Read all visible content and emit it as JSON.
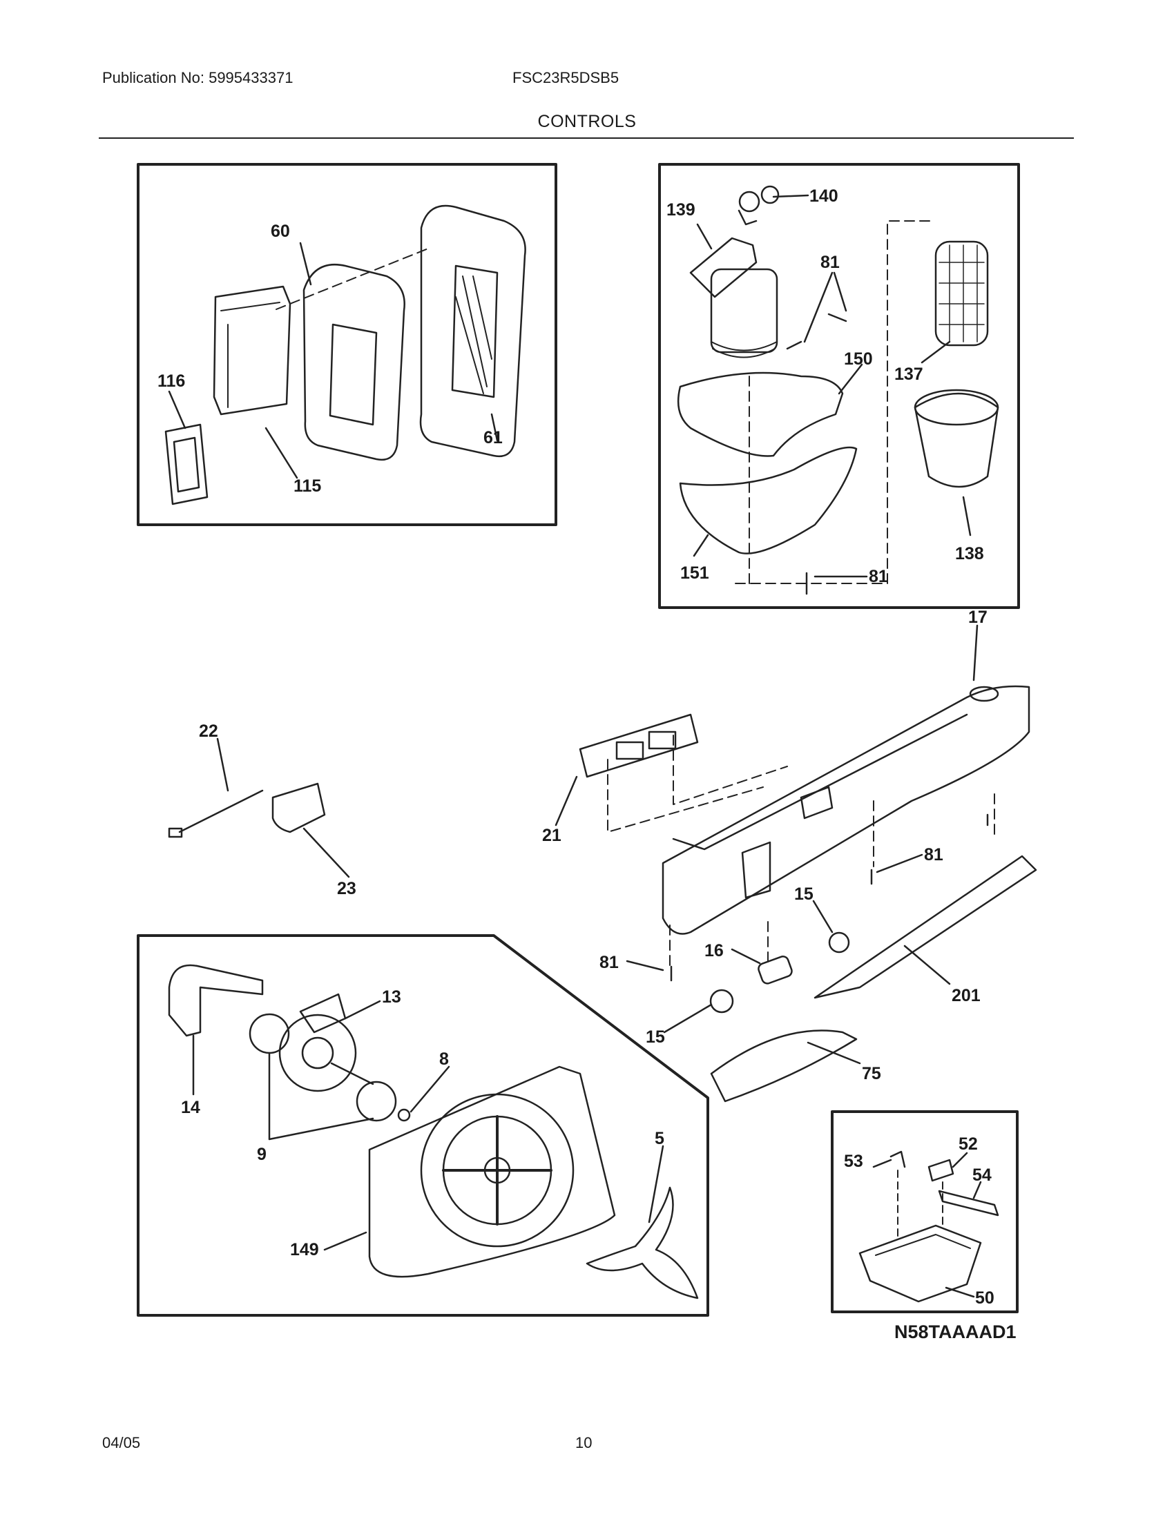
{
  "header": {
    "publication": "Publication No: 5995433371",
    "model": "FSC23R5DSB5",
    "section_title": "CONTROLS"
  },
  "footer": {
    "date": "04/05",
    "page_number": "10"
  },
  "diagram_code": "N58TAAAAD1",
  "callouts": {
    "c60": "60",
    "c61": "61",
    "c116": "116",
    "c115": "115",
    "c139": "139",
    "c140": "140",
    "c81a": "81",
    "c150": "150",
    "c137": "137",
    "c138": "138",
    "c151": "151",
    "c81b": "81",
    "c17": "17",
    "c22": "22",
    "c21": "21",
    "c23": "23",
    "c81c": "81",
    "c15a": "15",
    "c81d": "81",
    "c16": "16",
    "c201": "201",
    "c15b": "15",
    "c75": "75",
    "c13": "13",
    "c14": "14",
    "c8": "8",
    "c9": "9",
    "c5": "5",
    "c149": "149",
    "c52": "52",
    "c53": "53",
    "c54": "54",
    "c50": "50"
  }
}
